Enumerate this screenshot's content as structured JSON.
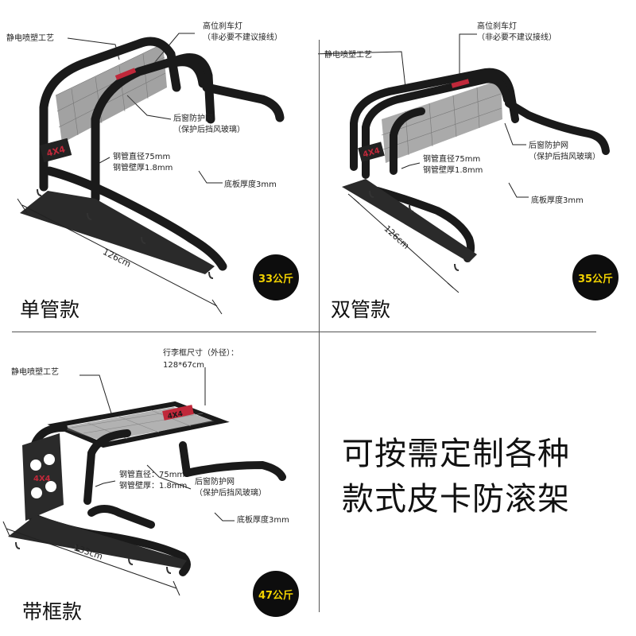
{
  "panels": {
    "single": {
      "model_name": "单管款",
      "weight_badge": "33公斤",
      "labels": {
        "coating": "静电喷塑工艺",
        "brake_light_1": "高位刹车灯",
        "brake_light_2": "（非必要不建议接线）",
        "window_guard_1": "后窗防护网",
        "window_guard_2": "（保护后挡风玻璃）",
        "pipe_diameter": "钢管直径75mm",
        "pipe_wall": "钢管壁厚1.8mm",
        "base_plate": "底板厚度3mm",
        "width": "126cm"
      }
    },
    "double": {
      "model_name": "双管款",
      "weight_badge": "35公斤",
      "labels": {
        "coating": "静电喷塑工艺",
        "brake_light_1": "高位刹车灯",
        "brake_light_2": "（非必要不建议接线）",
        "window_guard_1": "后窗防护网",
        "window_guard_2": "（保护后挡风玻璃）",
        "pipe_diameter": "钢管直径75mm",
        "pipe_wall": "钢管壁厚1.8mm",
        "base_plate": "底板厚度3mm",
        "width": "126cm"
      }
    },
    "framed": {
      "model_name": "带框款",
      "weight_badge": "47公斤",
      "labels": {
        "coating": "静电喷塑工艺",
        "luggage_1": "行李框尺寸（外径）：",
        "luggage_2": "128*67cm",
        "pipe_diameter": "钢管直径：75mm",
        "pipe_wall": "钢管壁厚：1.8mm",
        "window_guard_1": "后窗防护网",
        "window_guard_2": "（保护后挡风玻璃）",
        "base_plate": "底板厚度3mm",
        "width": "133cm"
      }
    }
  },
  "headline": {
    "line1": "可按需定制各种",
    "line2": "款式皮卡防滚架"
  },
  "colors": {
    "badge_bg": "#0d0d0d",
    "badge_text": "#f2d200",
    "bar": "#1a1a1a",
    "accent_red": "#c0283a"
  }
}
